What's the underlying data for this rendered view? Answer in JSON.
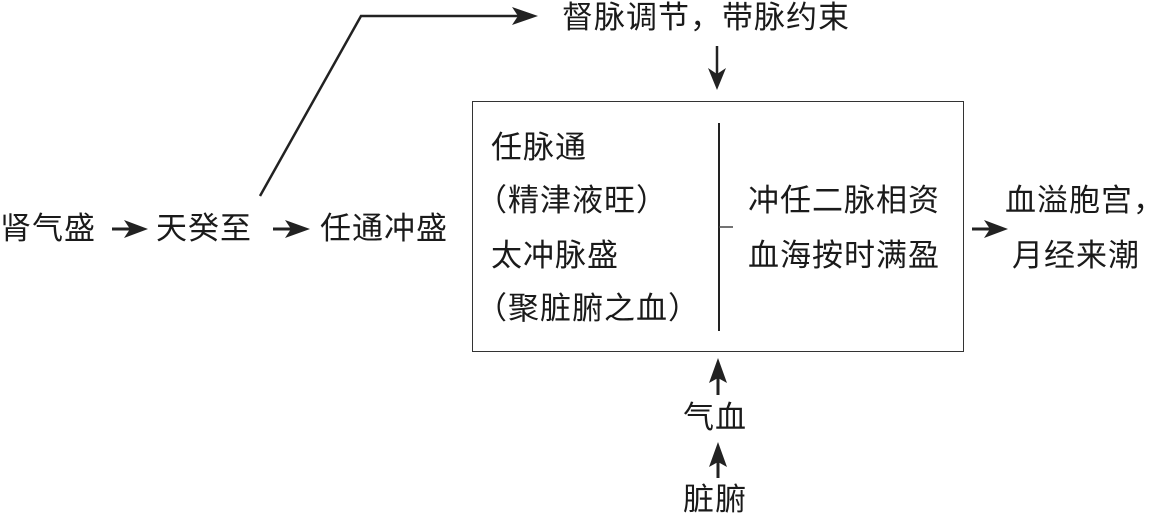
{
  "diagram": {
    "chain": [
      {
        "id": "kidney-qi",
        "label": "肾气盛"
      },
      {
        "id": "tiangui",
        "label": "天癸至"
      },
      {
        "id": "ren-chong",
        "label": "任通冲盛"
      }
    ],
    "top_node": {
      "label": "督脉调节，带脉约束"
    },
    "box": {
      "left": [
        {
          "label": "任脉通"
        },
        {
          "label": "（精津液旺）"
        },
        {
          "label": "太冲脉盛"
        },
        {
          "label": "（聚脏腑之血）"
        }
      ],
      "right": [
        {
          "label": "冲任二脉相资"
        },
        {
          "label": "血海按时满盈"
        }
      ]
    },
    "outcome": {
      "line1": "血溢胞宫，",
      "line2": "月经来潮"
    },
    "bottom": {
      "qi_blood": "气血",
      "zangfu": "脏腑"
    },
    "colors": {
      "ink": "#1a1a1a",
      "line": "#222222"
    }
  }
}
